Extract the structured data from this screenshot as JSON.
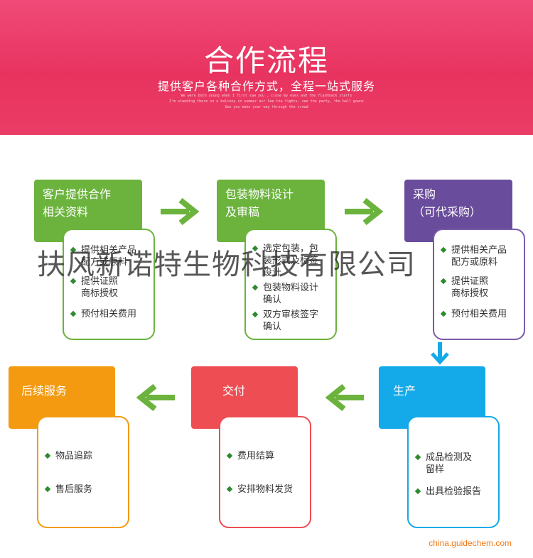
{
  "banner": {
    "title": "合作流程",
    "subtitle": "提供客户各种合作方式，全程一站式服务",
    "english_lines": [
      "We were both young when I first saw you , close my eyes and the flashback starts",
      "I'm standing there on a balcony in summer air See the fights, see the party, the ball gowns",
      "See you make your way through the crowd"
    ]
  },
  "steps": {
    "s1": {
      "title_lines": [
        "客户提供合作",
        "相关资料"
      ],
      "items": [
        [
          "提供相关产品",
          "配方或原料"
        ],
        [
          "提供证照",
          "商标授权"
        ],
        [
          "预付相关费用"
        ]
      ]
    },
    "s2": {
      "title_lines": [
        "包装物料设计",
        "及审稿"
      ],
      "items": [
        [
          "选定包装，包",
          "装形式及标签",
          "设计"
        ],
        [
          "包装物料设计",
          "确认"
        ],
        [
          "双方审核签字",
          "确认"
        ]
      ]
    },
    "s3": {
      "title_lines": [
        "采购",
        "（可代采购）"
      ],
      "items": [
        [
          "提供相关产品",
          "配方或原料"
        ],
        [
          "提供证照",
          "商标授权"
        ],
        [
          "预付相关费用"
        ]
      ]
    },
    "s4": {
      "title_lines": [
        "生产"
      ],
      "items": [
        [
          "成品检测及",
          "留样"
        ],
        [
          "出具检验报告"
        ]
      ]
    },
    "s5": {
      "title_lines": [
        "交付"
      ],
      "items": [
        [
          "费用结算"
        ],
        [
          "安排物料发货"
        ]
      ]
    },
    "s6": {
      "title_lines": [
        "后续服务"
      ],
      "items": [
        [
          "物品追踪"
        ],
        [
          "售后服务"
        ]
      ]
    }
  },
  "colors": {
    "banner": "#e8335f",
    "green": "#6bb33d",
    "purple": "#6a4c9c",
    "blue": "#14a9e8",
    "red": "#ee4d53",
    "orange": "#f39a10"
  },
  "watermark": "扶风新诺特生物科技有限公司",
  "site": "china.guidechem.com"
}
